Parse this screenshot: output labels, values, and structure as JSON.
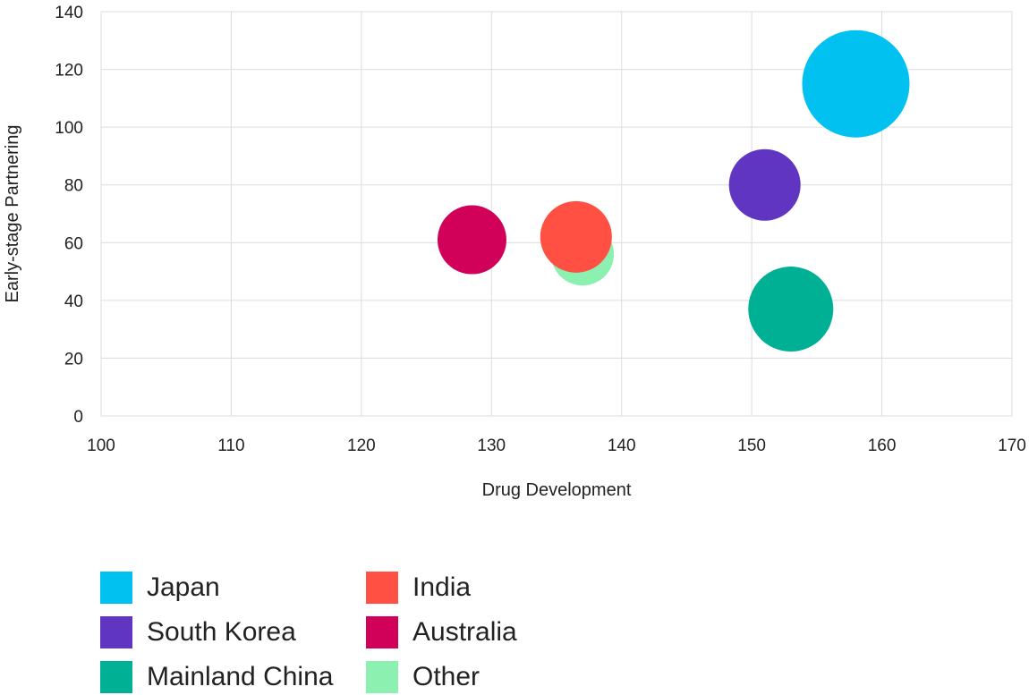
{
  "chart_data": {
    "type": "bubble",
    "xlabel": "Drug Development",
    "ylabel": "Early-stage Partnering",
    "xlim": [
      100,
      170
    ],
    "ylim": [
      0,
      140
    ],
    "xticks": [
      100,
      110,
      120,
      130,
      140,
      150,
      160,
      170
    ],
    "yticks": [
      0,
      20,
      40,
      60,
      80,
      100,
      120,
      140
    ],
    "grid": true,
    "legend_position": "bottom-left",
    "series": [
      {
        "name": "Other",
        "x": 137,
        "y": 56,
        "size": 0.7,
        "color": "#8cf0b0"
      },
      {
        "name": "Australia",
        "x": 128.5,
        "y": 61,
        "size": 0.77,
        "color": "#d10058"
      },
      {
        "name": "India",
        "x": 136.5,
        "y": 62,
        "size": 0.8,
        "color": "#ff5043"
      },
      {
        "name": "South Korea",
        "x": 151,
        "y": 80,
        "size": 0.8,
        "color": "#5f35c1"
      },
      {
        "name": "Mainland China",
        "x": 153,
        "y": 37,
        "size": 0.95,
        "color": "#00b094"
      },
      {
        "name": "Japan",
        "x": 158,
        "y": 115,
        "size": 1.2,
        "color": "#00c1f0"
      }
    ]
  },
  "legend": [
    {
      "label": "Japan",
      "color": "#00c1f0"
    },
    {
      "label": "South Korea",
      "color": "#5f35c1"
    },
    {
      "label": "Mainland China",
      "color": "#00b094"
    },
    {
      "label": "India",
      "color": "#ff5043"
    },
    {
      "label": "Australia",
      "color": "#d10058"
    },
    {
      "label": "Other",
      "color": "#8cf0b0"
    }
  ]
}
